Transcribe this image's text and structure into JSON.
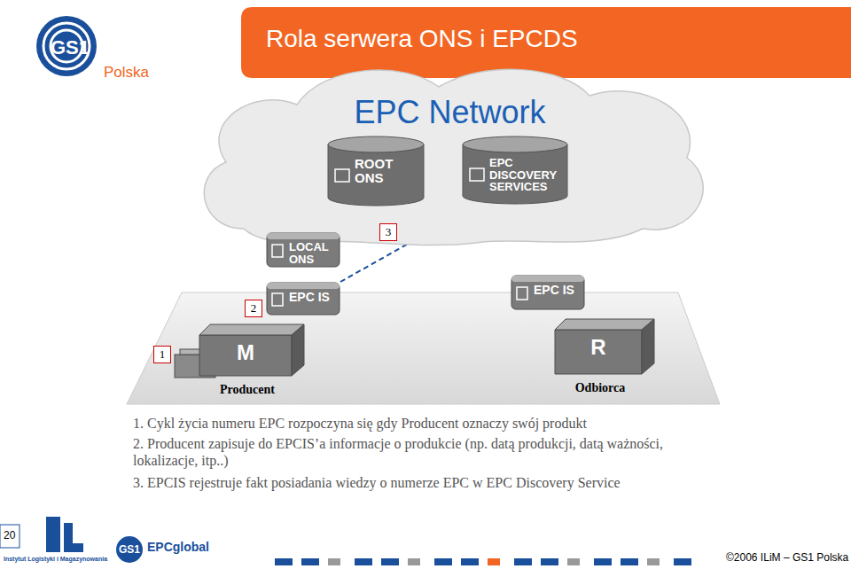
{
  "diagram": {
    "title": "Rola serwera ONS i EPCDS",
    "nodes": [
      {
        "text": [
          "EPC Network"
        ]
      },
      {
        "text": [
          "ROOT ONS"
        ],
        "in": 0
      },
      {
        "text": [
          "EPC DISCOVERY SERVICES"
        ],
        "in": 0
      },
      {
        "text": [
          "LOCAL ONS"
        ]
      },
      {
        "text": [
          "EPC IS"
        ]
      },
      {
        "text": [
          "EPC IS"
        ]
      },
      {
        "text": [
          "M",
          "Producent"
        ]
      },
      {
        "text": [
          "R",
          "Odbiorca"
        ]
      }
    ],
    "edges": [
      {
        "from": 4,
        "to": 2,
        "arrow": "to"
      }
    ],
    "labels": [
      "GS1",
      "Polska",
      "1",
      "2",
      "3",
      "1. Cykl życia numeru EPC rozpoczyna się gdy Producent oznaczy swój produkt",
      "2. Producent zapisuje do EPCIS’a informacje o produkcie (np. datą produkcji, datą ważności, lokalizacje, itp..)",
      "3. EPCIS rejestruje fakt posiadania wiedzy o numerze EPC w EPC Discovery Service",
      "20",
      "Instytut Logistyki i Magazynowania",
      "GS1",
      "EPCglobal",
      "©2006 ILiM – GS1 Polska"
    ]
  }
}
